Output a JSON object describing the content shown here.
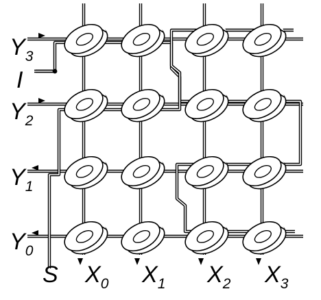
{
  "labels": {
    "y3": {
      "letter": "Y",
      "sub": "3"
    },
    "i": {
      "letter": "I"
    },
    "y2": {
      "letter": "Y",
      "sub": "2"
    },
    "y1": {
      "letter": "Y",
      "sub": "1"
    },
    "y0": {
      "letter": "Y",
      "sub": "0"
    },
    "s": {
      "letter": "S"
    },
    "x0": {
      "letter": "X",
      "sub": "0"
    },
    "x1": {
      "letter": "X",
      "sub": "1"
    },
    "x2": {
      "letter": "X",
      "sub": "2"
    },
    "x3": {
      "letter": "X",
      "sub": "3"
    }
  }
}
